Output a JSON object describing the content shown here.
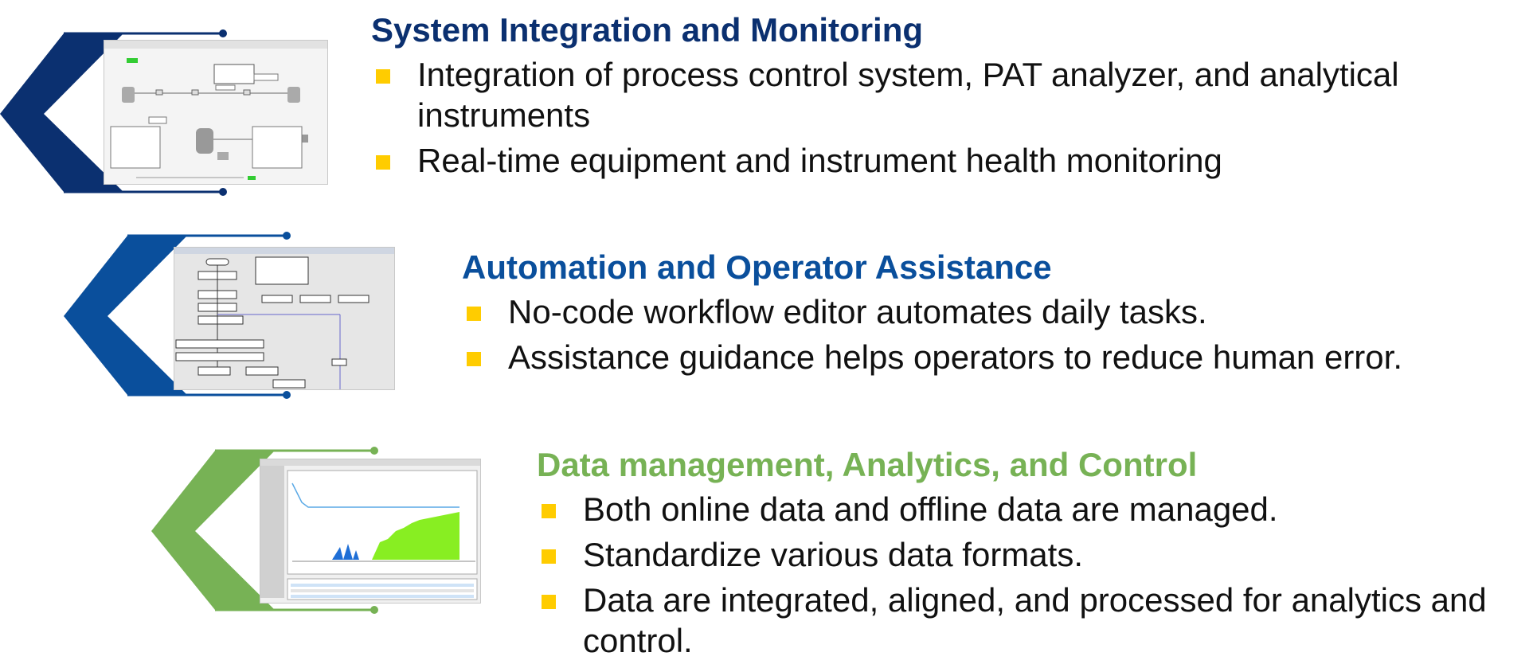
{
  "colors": {
    "section1": "#0b3070",
    "section2": "#0a4f9c",
    "section3": "#77b255",
    "bullet": "#ffcc00",
    "text": "#111111"
  },
  "sections": [
    {
      "title": "System Integration and Monitoring",
      "bullets": [
        "Integration of process control system, PAT analyzer, and analytical instruments",
        "Real-time equipment and instrument health monitoring"
      ],
      "thumbnail": "process-diagram-screenshot"
    },
    {
      "title": "Automation and Operator Assistance",
      "bullets": [
        "No-code workflow editor automates daily tasks.",
        "Assistance guidance helps operators to reduce human error."
      ],
      "thumbnail": "workflow-editor-screenshot"
    },
    {
      "title": "Data management, Analytics, and Control",
      "bullets": [
        "Both online data and offline data are managed.",
        "Standardize various data formats.",
        "Data are integrated, aligned, and processed for analytics and control."
      ],
      "thumbnail": "data-analytics-screenshot"
    }
  ]
}
